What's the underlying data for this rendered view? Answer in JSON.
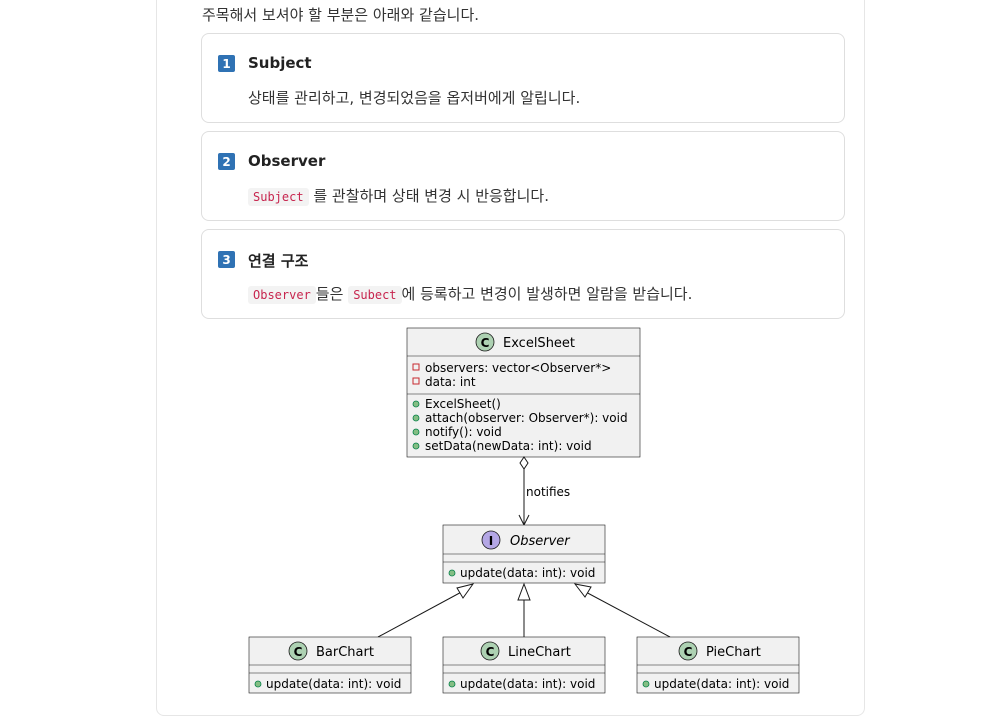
{
  "intro": "주목해서 보셔야 할 부분은 아래와 같습니다.",
  "cards": [
    {
      "num": "1",
      "title": "Subject",
      "desc": "상태를 관리하고, 변경되었음을 옵저버에게 알립니다."
    },
    {
      "num": "2",
      "title": "Observer",
      "code1": "Subject",
      "desc_after": "를 관찰하며 상태 변경 시 반응합니다."
    },
    {
      "num": "3",
      "title": "연결 구조",
      "code1": "Observer",
      "mid": "들은",
      "code2": "Subect",
      "desc_after": "에 등록하고 변경이 발생하면 알람을 받습니다."
    }
  ],
  "diagram": {
    "excel": {
      "stereo": "C",
      "name": "ExcelSheet",
      "fields": [
        "observers: vector<Observer*>",
        "data: int"
      ],
      "methods": [
        "ExcelSheet()",
        "attach(observer: Observer*): void",
        "notify(): void",
        "setData(newData: int): void"
      ]
    },
    "relation_label": "notifies",
    "observer": {
      "stereo": "I",
      "name": "Observer",
      "methods": [
        "update(data: int): void"
      ]
    },
    "children": [
      {
        "stereo": "C",
        "name": "BarChart",
        "method": "update(data: int): void"
      },
      {
        "stereo": "C",
        "name": "LineChart",
        "method": "update(data: int): void"
      },
      {
        "stereo": "C",
        "name": "PieChart",
        "method": "update(data: int): void"
      }
    ],
    "colors": {
      "class_circle": "#add1b2",
      "interface_circle": "#b4a7e5",
      "box_fill": "#f1f1f1",
      "box_stroke": "#181818"
    }
  }
}
